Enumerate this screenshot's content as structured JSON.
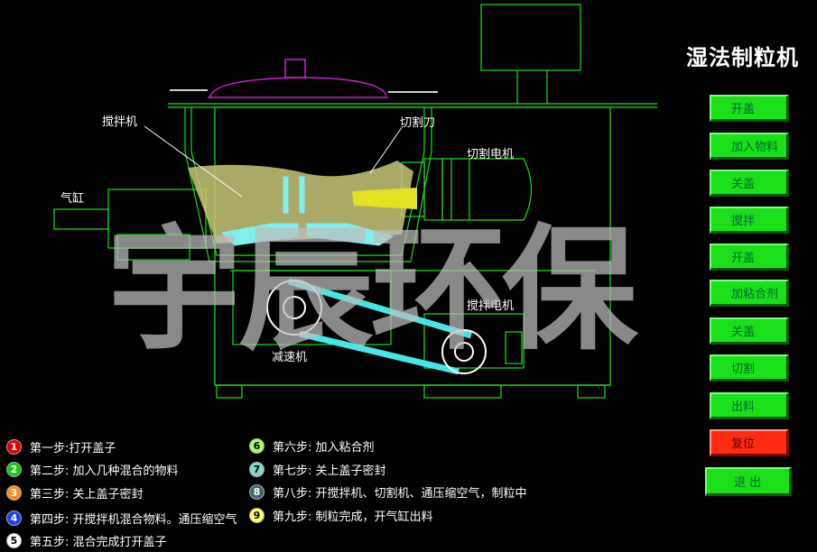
{
  "title": "湿法制粒机",
  "labels": {
    "agitator": "搅拌机",
    "cutter": "切割刀",
    "cutter_motor": "切割电机",
    "cylinder": "气缸",
    "agitator_motor": "搅拌电机",
    "reducer": "减速机"
  },
  "watermark": "宇辰环保",
  "buttons": [
    {
      "label": "开盖"
    },
    {
      "label": "加入物料"
    },
    {
      "label": "关盖"
    },
    {
      "label": "搅拌"
    },
    {
      "label": "开盖"
    },
    {
      "label": "加粘合剂"
    },
    {
      "label": "关盖"
    },
    {
      "label": "切割"
    },
    {
      "label": "出料"
    },
    {
      "label": "复位"
    },
    {
      "label": "退 出"
    }
  ],
  "steps": [
    {
      "num": "1",
      "text": "第一步:打开盖子",
      "color": "#e00000"
    },
    {
      "num": "2",
      "text": "第二步: 加入几种混合的物料",
      "color": "#12c812"
    },
    {
      "num": "3",
      "text": "第三步: 关上盖子密封",
      "color": "#ff8c1a"
    },
    {
      "num": "4",
      "text": "第四步: 开搅拌机混合物料。通压缩空气",
      "color": "#1e3cff"
    },
    {
      "num": "5",
      "text": "第五步: 混合完成打开盖子",
      "color": "#ffffff"
    },
    {
      "num": "6",
      "text": "第六步: 加入粘合剂",
      "color": "#a8ff60"
    },
    {
      "num": "7",
      "text": "第七步: 关上盖子密封",
      "color": "#7fd8d0"
    },
    {
      "num": "8",
      "text": "第八步: 开搅拌机、切割机、通压缩空气，制粒中",
      "color": "#3c6a6a"
    },
    {
      "num": "9",
      "text": "第九步: 制粒完成，开气缸出料",
      "color": "#ffff66"
    }
  ],
  "colors": {
    "machine_line": "#19e019",
    "lid": "#d21ed2",
    "material": "#c8c878",
    "impeller": "#7ff0f0",
    "button_green": "#19e019",
    "button_red": "#ff2a10"
  }
}
